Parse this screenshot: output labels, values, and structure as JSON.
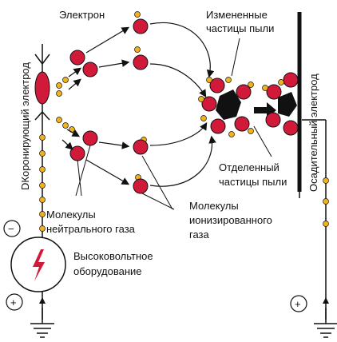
{
  "labels": {
    "electron": "Электрон",
    "changed_dust_line1": "Измененные",
    "changed_dust_line2": "частицы пыли",
    "corona_electrode": "DКоронирующий электрод",
    "collecting_electrode": "Осадительный электрод",
    "separated_line1": "Отделенный",
    "separated_line2": "частицы пыли",
    "neutral_line1": "Молекулы",
    "neutral_line2": "нейтрального газа",
    "ionized_line1": "Молекулы",
    "ionized_line2": "ионизированного",
    "ionized_line3": "газа",
    "hv_line1": "Высоковольтное",
    "hv_line2": "оборудование",
    "minus_sign": "−",
    "plus_sign_left": "+",
    "plus_sign_right": "+"
  },
  "colors": {
    "molecule": "#d11a3a",
    "electron": "#f2b21e",
    "line": "#111111",
    "dust": "#111111"
  },
  "icons": {
    "hv_symbol": "lightning-bolt-icon",
    "ground": "ground-symbol-icon"
  }
}
